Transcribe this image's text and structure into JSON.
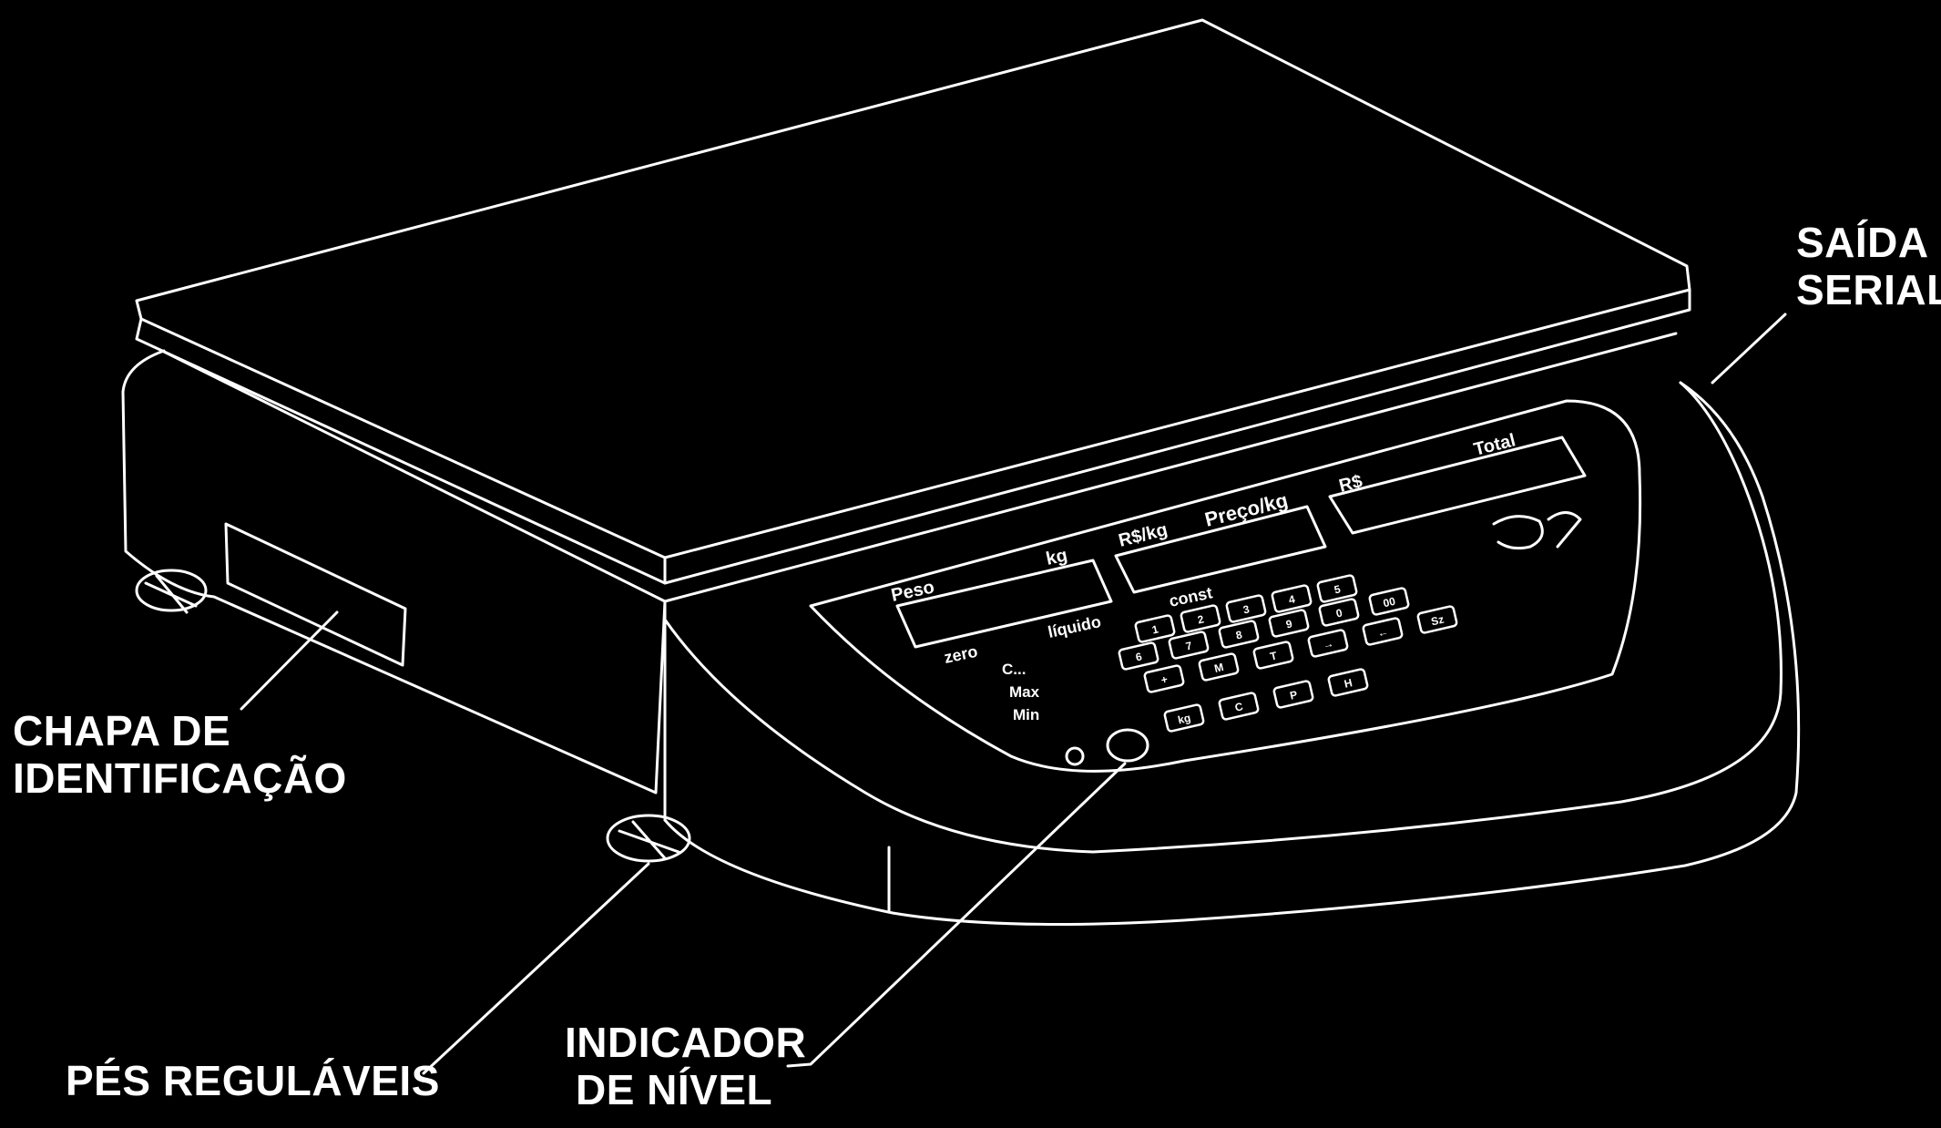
{
  "callouts": {
    "serial_output": {
      "line1": "SAÍDA",
      "line2": "SERIAL"
    },
    "id_plate": {
      "line1": "CHAPA DE",
      "line2": "IDENTIFICAÇÃO"
    },
    "adjustable_feet": "PÉS REGULÁVEIS",
    "level_indicator": {
      "line1": "INDICADOR",
      "line2": "DE NÍVEL"
    }
  },
  "panel": {
    "weight_label": "Peso",
    "weight_unit": "kg",
    "price_unit": "R$/kg",
    "price_label": "Preço/kg",
    "total_currency": "R$",
    "total_label": "Total",
    "zero_label": "zero",
    "net_label": "líquido",
    "const_label": "const",
    "spec_c": "C...",
    "spec_max": "Max",
    "spec_min": "Min"
  },
  "keypad": {
    "row1": [
      "1",
      "2",
      "3",
      "4",
      "5"
    ],
    "row2": [
      "6",
      "7",
      "8",
      "9",
      "0",
      "00"
    ],
    "row3": [
      "+",
      "M",
      "T",
      "→",
      "←",
      "Sz"
    ],
    "row4": [
      "kg",
      "C",
      "P",
      "H"
    ]
  }
}
